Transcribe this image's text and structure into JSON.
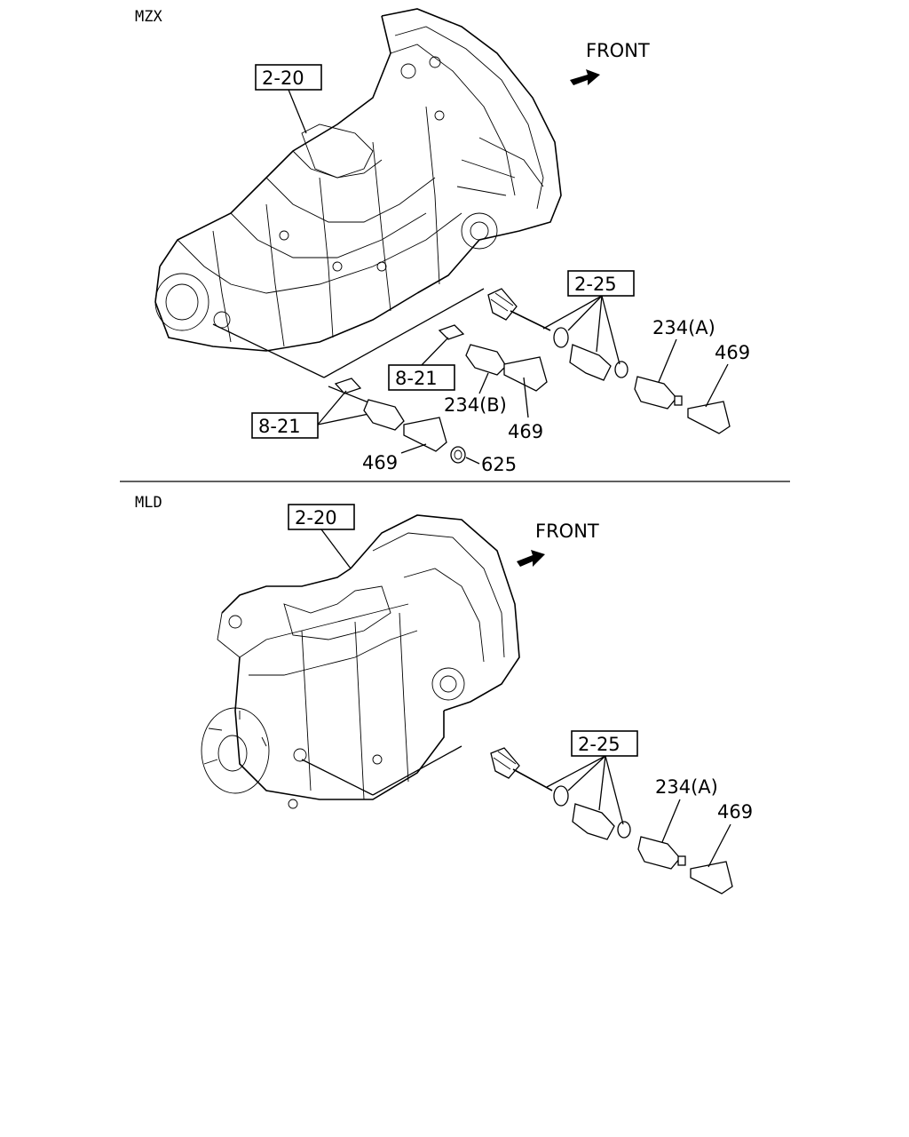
{
  "sections": [
    {
      "name": "MZX",
      "front": "FRONT",
      "ref_2_20": "2-20",
      "ref_2_25": "2-25",
      "ref_8_21_a": "8-21",
      "ref_8_21_b": "8-21",
      "p234a": "234(A)",
      "p234b": "234(B)",
      "p469_a": "469",
      "p469_b": "469",
      "p469_c": "469",
      "p625": "625"
    },
    {
      "name": "MLD",
      "front": "FRONT",
      "ref_2_20": "2-20",
      "ref_2_25": "2-25",
      "p234a": "234(A)",
      "p469": "469"
    }
  ]
}
